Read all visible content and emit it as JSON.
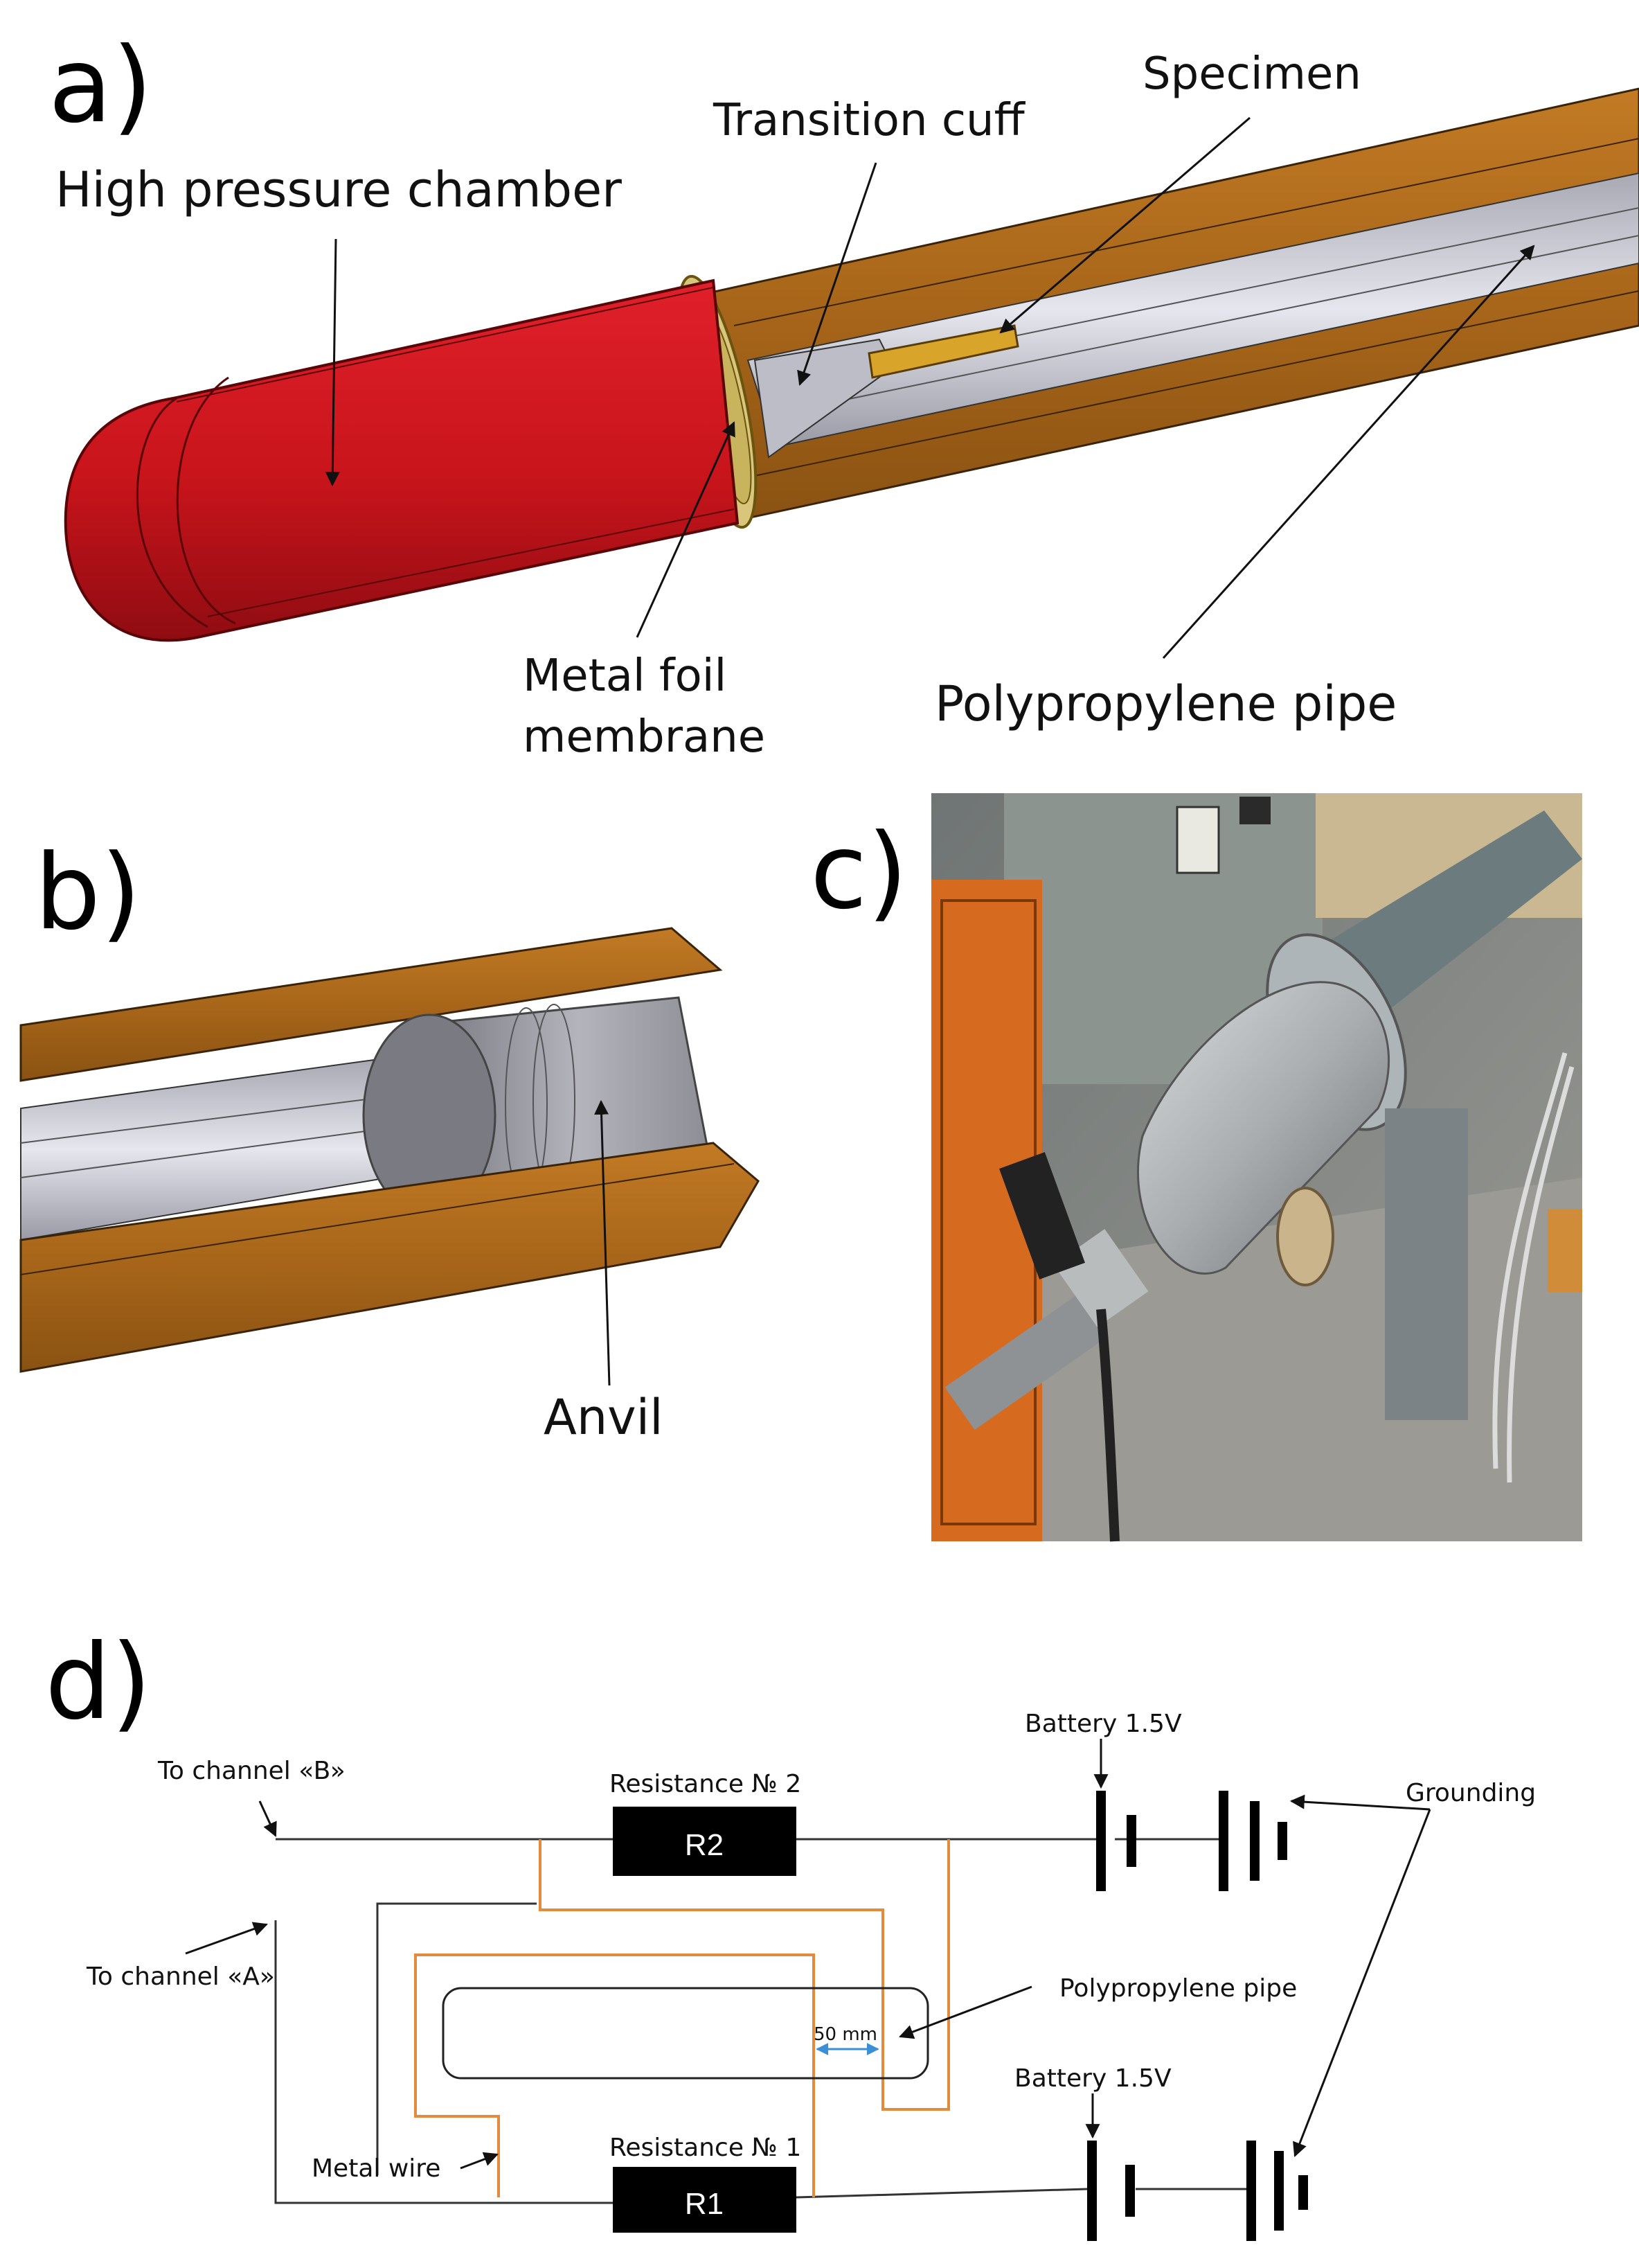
{
  "panels": {
    "a": {
      "letter": "a)",
      "labels": {
        "chamber": "High pressure chamber",
        "cuff": "Transition cuff",
        "specimen": "Specimen",
        "membrane_1": "Metal foil",
        "membrane_2": "membrane",
        "pipe": "Polypropylene pipe"
      }
    },
    "b": {
      "letter": "b)",
      "labels": {
        "anvil": "Anvil"
      }
    },
    "c": {
      "letter": "c)"
    },
    "d": {
      "letter": "d)",
      "labels": {
        "channel_b": "To channel «B»",
        "channel_a": "To channel «A»",
        "res2_title": "Resistance № 2",
        "res2": "R2",
        "res1_title": "Resistance № 1",
        "res1": "R1",
        "battery_top": "Battery 1.5V",
        "battery_bottom": "Battery 1.5V",
        "grounding": "Grounding",
        "pipe": "Polypropylene pipe",
        "gap": "50 mm",
        "wire": "Metal wire"
      }
    }
  },
  "colors": {
    "chamber_red": "#c8141b",
    "pipe_brown": "#b5701e",
    "pipe_inner_gray": "#c9c9d2",
    "specimen_gold": "#d8a42a",
    "wire_orange": "#e48a3c",
    "resistor_black": "#000000"
  }
}
